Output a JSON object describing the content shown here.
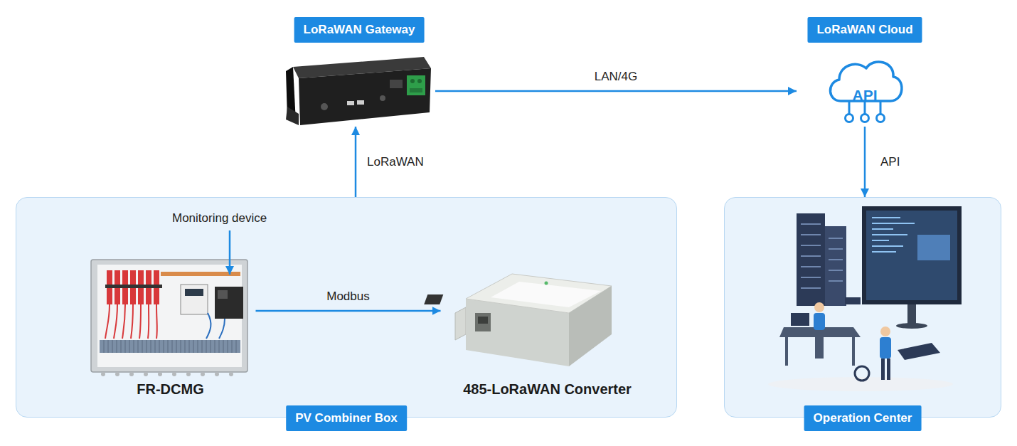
{
  "diagram": {
    "nodes": [
      {
        "text": [
          "LoRaWAN Gateway"
        ]
      },
      {
        "text": [
          "LoRaWAN Cloud",
          "API"
        ]
      },
      {
        "text": [
          "PV Combiner Box"
        ]
      },
      {
        "text": [
          "FR-DCMG"
        ],
        "in": 2
      },
      {
        "text": [
          "485-LoRaWAN Converter"
        ],
        "in": 2
      },
      {
        "text": [
          "Operation Center"
        ]
      }
    ],
    "edges": [
      {
        "from": 2,
        "to": 0,
        "arrow": "to",
        "label": "LoRaWAN"
      },
      {
        "from": 0,
        "to": 1,
        "arrow": "to",
        "label": "LAN/4G"
      },
      {
        "from": 1,
        "to": 5,
        "arrow": "to",
        "label": "API"
      },
      {
        "from": 3,
        "to": 4,
        "arrow": "to",
        "label": "Modbus"
      }
    ],
    "labels": [
      "Monitoring device"
    ]
  }
}
